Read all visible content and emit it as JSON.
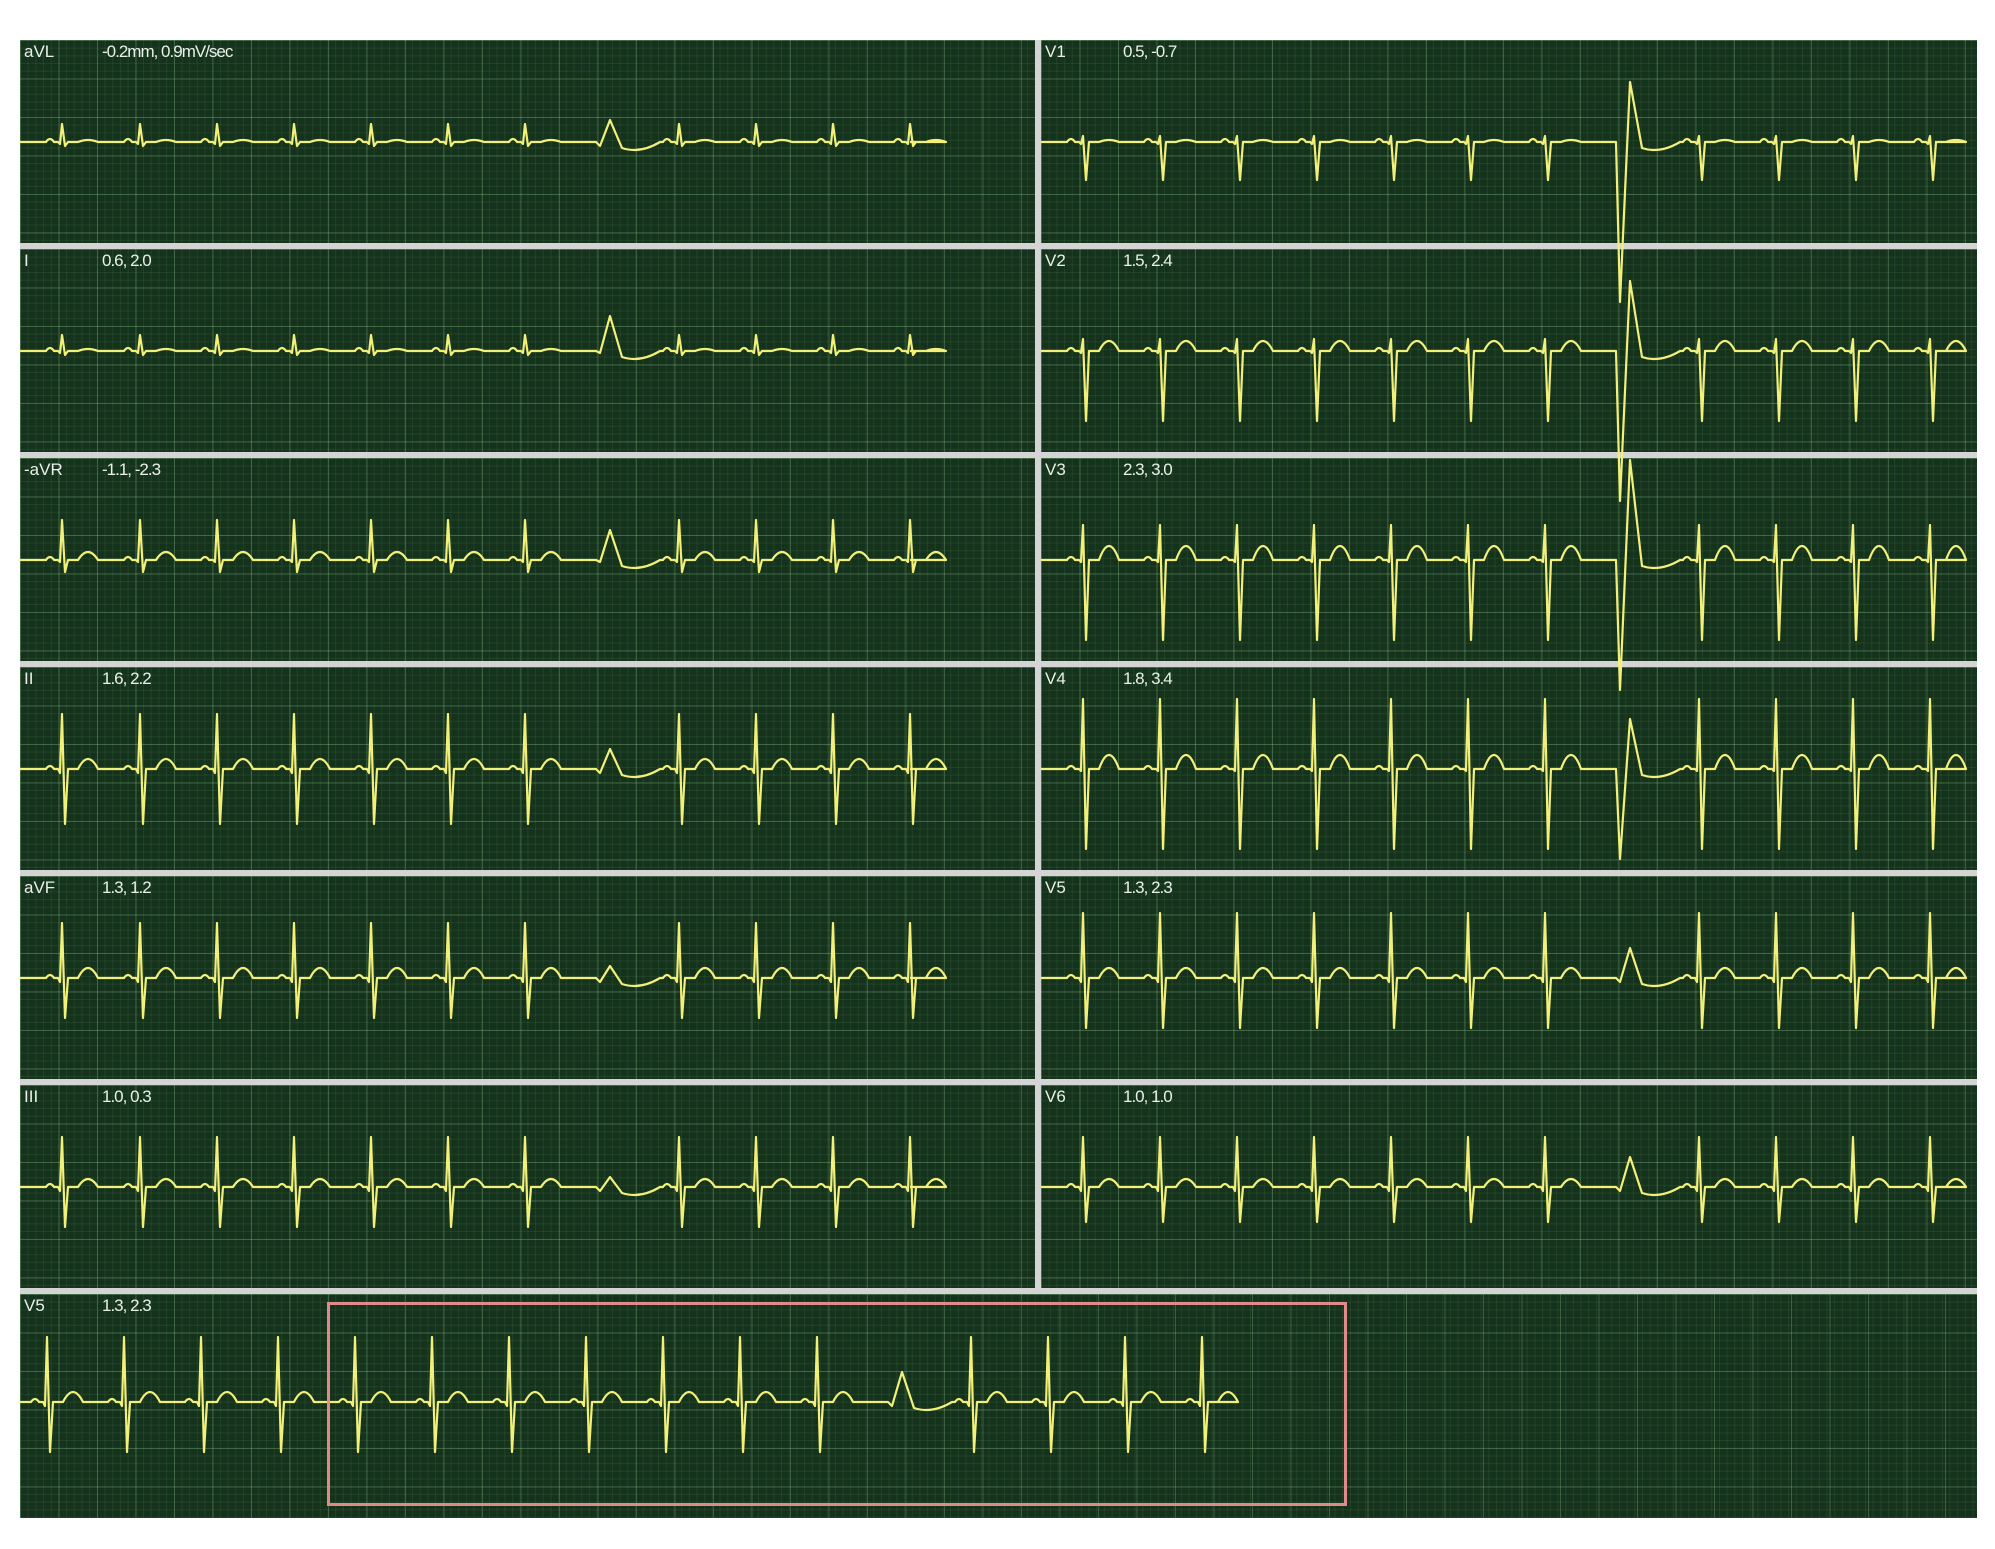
{
  "trace_color": "#f2f07a",
  "grid_color": "#15331c",
  "highlight_color": "#e08a8a",
  "leads": [
    {
      "id": "aVL",
      "label": "aVL",
      "values": "-0.2mm, 0.9mV/sec"
    },
    {
      "id": "I",
      "label": "I",
      "values": "0.6, 2.0"
    },
    {
      "id": "aVR",
      "label": "-aVR",
      "values": "-1.1, -2.3"
    },
    {
      "id": "II",
      "label": "II",
      "values": "1.6, 2.2"
    },
    {
      "id": "aVF",
      "label": "aVF",
      "values": "1.3, 1.2"
    },
    {
      "id": "III",
      "label": "III",
      "values": "1.0, 0.3"
    },
    {
      "id": "V1",
      "label": "V1",
      "values": "0.5, -0.7"
    },
    {
      "id": "V2",
      "label": "V2",
      "values": "1.5, 2.4"
    },
    {
      "id": "V3",
      "label": "V3",
      "values": "2.3, 3.0"
    },
    {
      "id": "V4",
      "label": "V4",
      "values": "1.8, 3.4"
    },
    {
      "id": "V5",
      "label": "V5",
      "values": "1.3, 2.3"
    },
    {
      "id": "V6",
      "label": "V6",
      "values": "1.0, 1.0"
    },
    {
      "id": "rhythm",
      "label": "V5",
      "values": "1.3, 2.3"
    }
  ]
}
